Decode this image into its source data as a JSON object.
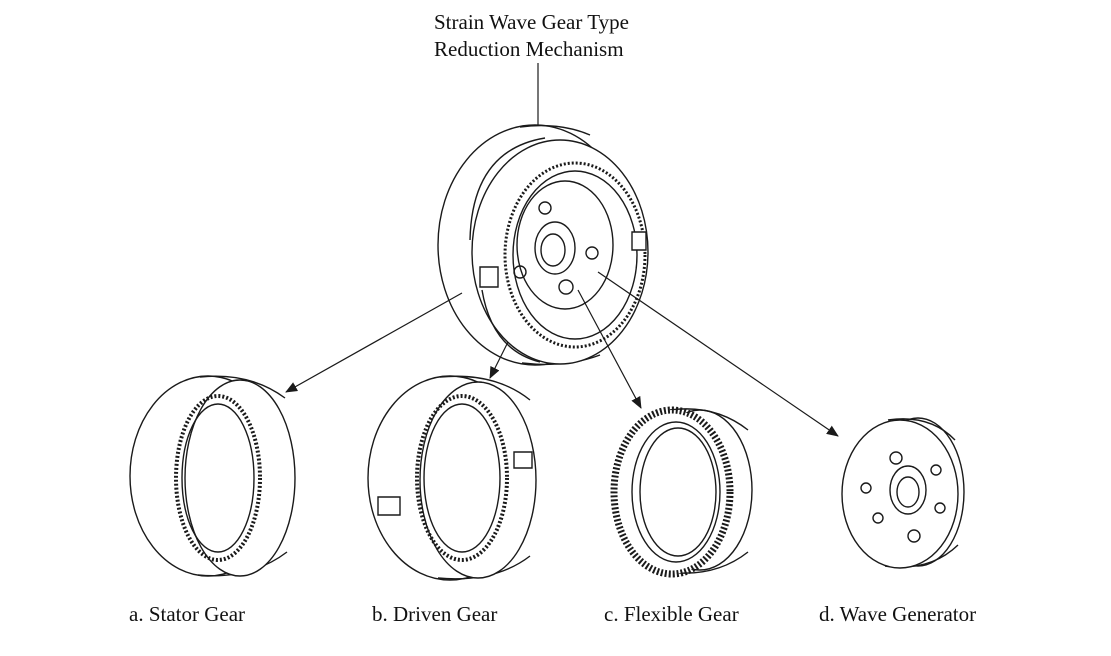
{
  "diagram": {
    "title_line1": "Strain Wave Gear Type",
    "title_line2": "Reduction Mechanism",
    "components": [
      {
        "id": "a",
        "label": "a. Stator Gear"
      },
      {
        "id": "b",
        "label": "b. Driven Gear"
      },
      {
        "id": "c",
        "label": "c. Flexible Gear"
      },
      {
        "id": "d",
        "label": "d. Wave Generator"
      }
    ],
    "colors": {
      "line": "#1a1a1a",
      "background": "#ffffff",
      "shade": "#e6e6e6"
    }
  }
}
